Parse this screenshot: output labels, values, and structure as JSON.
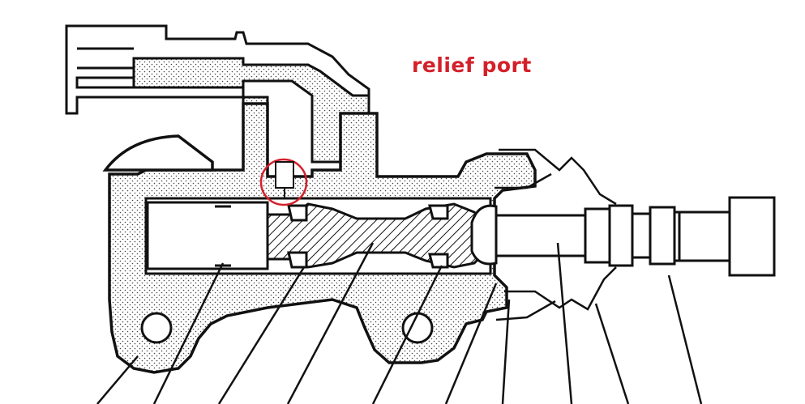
{
  "annotation": {
    "text": "relief port",
    "color": "#d4202a"
  },
  "colors": {
    "line": "#111111",
    "housing_fill": "#e9e9e9",
    "highlight_circle": "#d4202a"
  },
  "icons": [
    "master-cylinder-cross-section",
    "relief-port-highlight-circle",
    "leader-lines"
  ]
}
